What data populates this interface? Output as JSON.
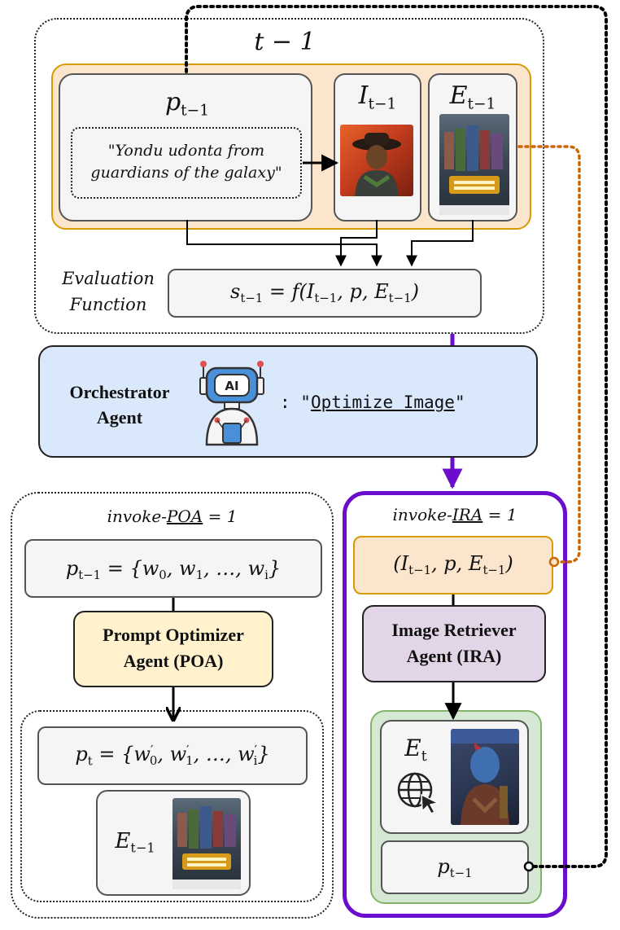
{
  "diagram": {
    "step_label": "t − 1",
    "prev": {
      "prompt_symbol": "p",
      "prompt_sub": "t−1",
      "prompt_text_line1": "\"Yondu udonta from",
      "prompt_text_line2": "guardians of the galaxy\"",
      "image_symbol": "I",
      "image_sub": "t−1",
      "exemplar_symbol": "E",
      "exemplar_sub": "t−1"
    },
    "evaluation": {
      "label_line1": "Evaluation",
      "label_line2": "Function",
      "formula": "s_{t−1} = f(I_{t−1}, p, E_{t−1})"
    },
    "orchestrator": {
      "label_line1": "Orchestrator",
      "label_line2": "Agent",
      "icon_text": "AI",
      "command_prefix": ": \"",
      "command": "Optimize Image",
      "command_suffix": "\""
    },
    "poa_branch": {
      "invoke_prefix": "invoke-",
      "invoke_name": "POA",
      "invoke_suffix": " = 1",
      "prompt_formula": "p_{t−1} = {w_0, w_1, …, w_i}",
      "agent_line1": "Prompt Optimizer",
      "agent_line2": "Agent (POA)",
      "new_prompt_formula": "p_t = {w'_0, w'_1, …, w'_i}",
      "exemplar_symbol": "E",
      "exemplar_sub": "t−1"
    },
    "ira_branch": {
      "invoke_prefix": "invoke-",
      "invoke_name": "IRA",
      "invoke_suffix": " = 1",
      "input_tuple": "(I_{t−1}, p, E_{t−1})",
      "agent_line1": "Image Retriever",
      "agent_line2": "Agent (IRA)",
      "result_symbol": "E",
      "result_sub": "t",
      "prompt_symbol": "p",
      "prompt_sub": "t−1"
    }
  },
  "colors": {
    "orange_fill": "#fce5cd",
    "orange_border": "#d79b00",
    "blue_fill": "#dae8fc",
    "yellow_fill": "#fff2cc",
    "purple_fill": "#e1d5e7",
    "purple_border": "#6a0dcc",
    "green_fill": "#d5e8d4",
    "green_border": "#82b366",
    "gray_fill": "#f5f5f5",
    "dotted_orange": "#cc6600"
  },
  "icons": [
    "robot-ai-icon",
    "globe-cursor-icon"
  ]
}
